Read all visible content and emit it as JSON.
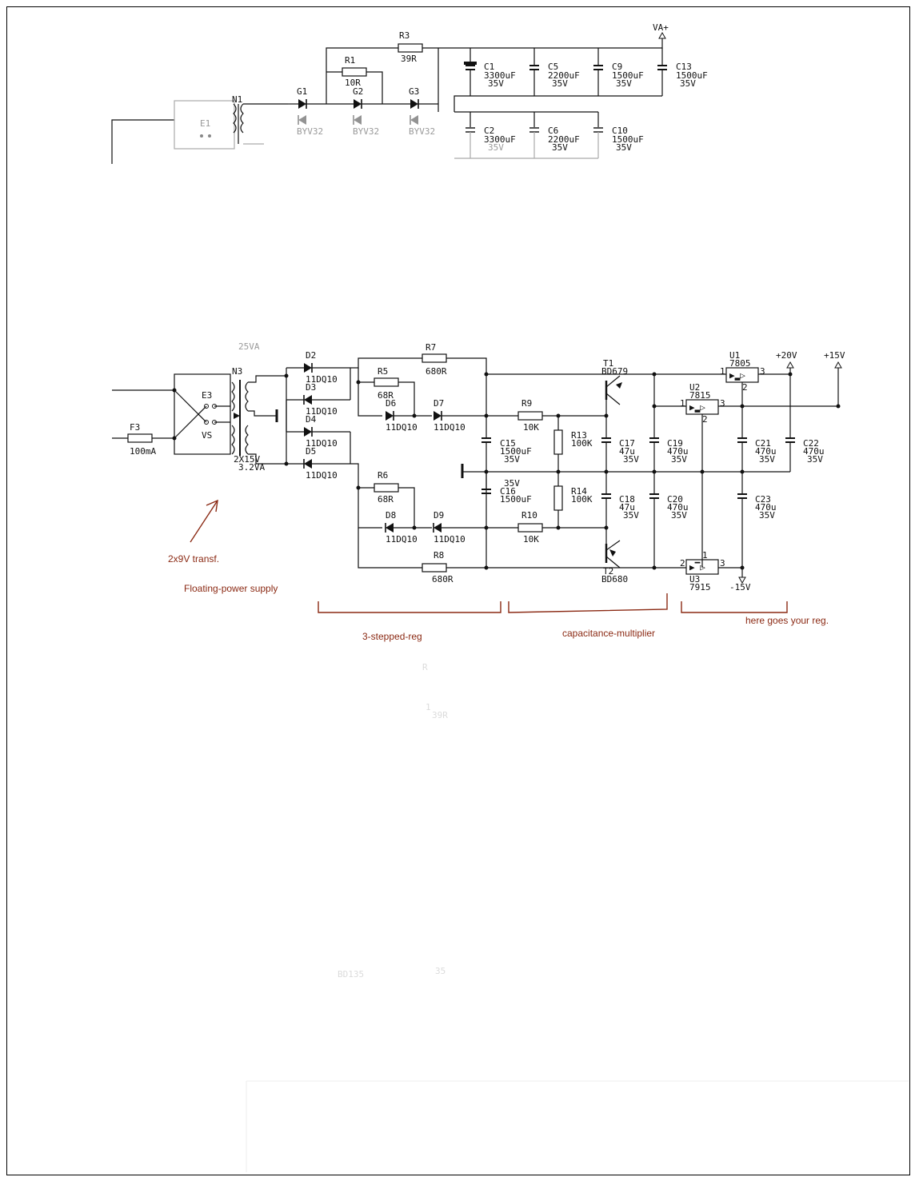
{
  "top_section": {
    "labels": {
      "R3": "R3",
      "R3v": "39R",
      "R1": "R1",
      "R1v": "10R",
      "N1": "N1",
      "E1": "E1",
      "G1": "G1",
      "G2": "G2",
      "G3": "G3",
      "byv1": "BYV32",
      "byv2": "BYV32",
      "byv3": "BYV32",
      "VA": "VA+",
      "C1": "C1",
      "C1v": "3300uF",
      "C1u": "35V",
      "C5": "C5",
      "C5v": "2200uF",
      "C5u": "35V",
      "C9": "C9",
      "C9v": "1500uF",
      "C9u": "35V",
      "C13": "C13",
      "C13v": "1500uF",
      "C13u": "35V",
      "C2": "C2",
      "C2v": "3300uF",
      "C2u": "35V",
      "C6": "C6",
      "C6v": "2200uF",
      "C6u": "35V",
      "C10": "C10",
      "C10v": "1500uF",
      "C10u": "35V"
    }
  },
  "main_section": {
    "labels": {
      "va25": "25VA",
      "N3": "N3",
      "E3": "E3",
      "VS": "VS",
      "F3": "F3",
      "F3v": "100mA",
      "N3v1": "2X15V",
      "N3v2": "3.2VA",
      "D2": "D2",
      "D2v": "11DQ10",
      "D3": "D3",
      "D3v": "11DQ10",
      "D4": "D4",
      "D4v": "11DQ10",
      "D5": "D5",
      "D5v": "11DQ10",
      "R7": "R7",
      "R7v": "680R",
      "R5": "R5",
      "R5v": "68R",
      "D6": "D6",
      "D6v": "11DQ10",
      "D7": "D7",
      "D7v": "11DQ10",
      "R6": "R6",
      "R6v": "68R",
      "D8": "D8",
      "D8v": "11DQ10",
      "D9": "D9",
      "D9v": "11DQ10",
      "R8": "R8",
      "R8v": "680R",
      "C15": "C15",
      "C15v": "1500uF",
      "C15u": "35V",
      "C16": "C16",
      "C16v": "1500uF",
      "C16u": "35V",
      "R9": "R9",
      "R9v": "10K",
      "R10": "R10",
      "R10v": "10K",
      "R13": "R13",
      "R13v": "100K",
      "R14": "R14",
      "R14v": "100K",
      "T1": "T1",
      "T1v": "BD679",
      "T2": "T2",
      "T2v": "BD680",
      "C17": "C17",
      "C17v": "47u",
      "C17u": "35V",
      "C18": "C18",
      "C18v": "47u",
      "C18u": "35V",
      "C19": "C19",
      "C19v": "470u",
      "C19u": "35V",
      "C20": "C20",
      "C20v": "470u",
      "C20u": "35V",
      "U1": "U1",
      "U1v": "7805",
      "U2": "U2",
      "U2v": "7815",
      "U3": "U3",
      "U3v": "7915",
      "p1a": "1",
      "p2a": "2",
      "p3a": "3",
      "p1b": "1",
      "p2b": "2",
      "p3b": "3",
      "p1c": "1",
      "p2c": "2",
      "p3c": "3",
      "C21": "C21",
      "C21v": "470u",
      "C21u": "35V",
      "C22": "C22",
      "C22v": "470u",
      "C22u": "35V",
      "C23": "C23",
      "C23v": "470u",
      "C23u": "35V",
      "p20": "+20V",
      "p15": "+15V",
      "m15": "-15V"
    }
  },
  "annotations": {
    "transf": "2x9V transf.",
    "floating": "Floating-power supply",
    "stepped": "3-stepped-reg",
    "capmult": "capacitance-multiplier",
    "reg": "here goes your reg."
  },
  "faint_remnants": [
    "R",
    "1",
    "39R",
    "BD135",
    "35"
  ]
}
